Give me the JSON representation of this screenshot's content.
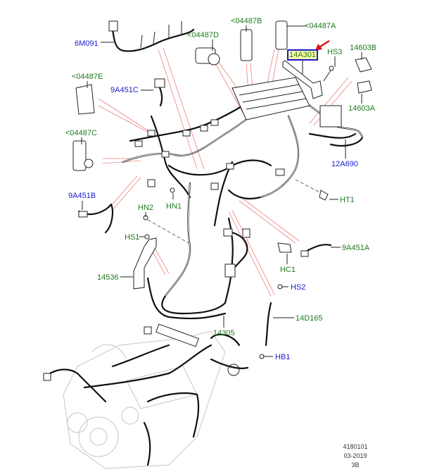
{
  "diagram": {
    "title": "Engine wiring harness exploded view",
    "highlight_color": "#1a1acc",
    "callout_colors": {
      "green": "#1f7a1f",
      "blue": "#1a1acc",
      "leader_red": "#f08080",
      "arrow_red": "#e01010"
    },
    "labels": {
      "l_6M091": "6M091",
      "l_04487D": "<04487D",
      "l_04487B": "<04487B",
      "l_04487A": "<04487A",
      "l_14A301": "14A301",
      "l_HS3": "HS3",
      "l_14603B": "14603B",
      "l_14603A": "14603A",
      "l_04487E": "<04487E",
      "l_9A451C": "9A451C",
      "l_04487C": "<04487C",
      "l_12A690": "12A690",
      "l_HT1": "HT1",
      "l_9A451B": "9A451B",
      "l_HN2": "HN2",
      "l_HN1": "HN1",
      "l_HS1": "HS1",
      "l_9A451A": "9A451A",
      "l_HC1": "HC1",
      "l_14536": "14536",
      "l_HS2": "HS2",
      "l_14D165": "14D165",
      "l_14305": "14305",
      "l_HB1": "HB1"
    },
    "selected_part": "14A301",
    "footer": {
      "ref": "4180101",
      "date": "03-2019",
      "code": "3B"
    }
  }
}
